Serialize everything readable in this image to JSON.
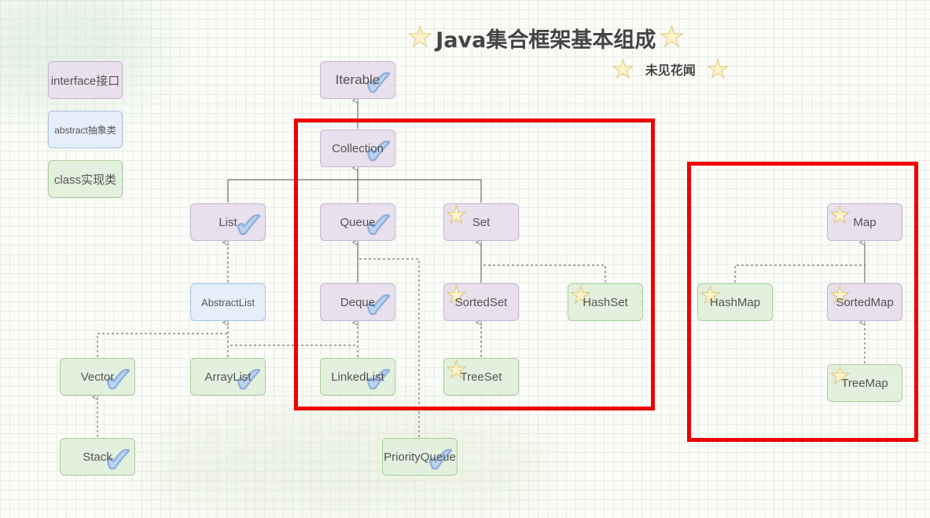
{
  "title": "Java集合框架基本组成",
  "subtitle": "未见花闻",
  "legend": {
    "interface": "interface接口",
    "abstract": "abstract抽象类",
    "class": "class实现类"
  },
  "nodes": {
    "iterable": "Iterable",
    "collection": "Collection",
    "list": "List",
    "queue": "Queue",
    "set": "Set",
    "abstractlist": "AbstractList",
    "deque": "Deque",
    "sortedset": "SortedSet",
    "hashset": "HashSet",
    "vector": "Vector",
    "arraylist": "ArrayList",
    "linkedlist": "LinkedList",
    "treeset": "TreeSet",
    "stack": "Stack",
    "priorityqueue": "PriorityQueue",
    "map": "Map",
    "hashmap": "HashMap",
    "sortedmap": "SortedMap",
    "treemap": "TreeMap"
  },
  "colors": {
    "interface_fill": "#e8e0ec",
    "abstract_fill": "#e6eefa",
    "class_fill": "#e3f0dd",
    "highlight_box": "#ee0000"
  },
  "icons": {
    "checkmark": "checkmark-icon",
    "star": "star-icon"
  }
}
